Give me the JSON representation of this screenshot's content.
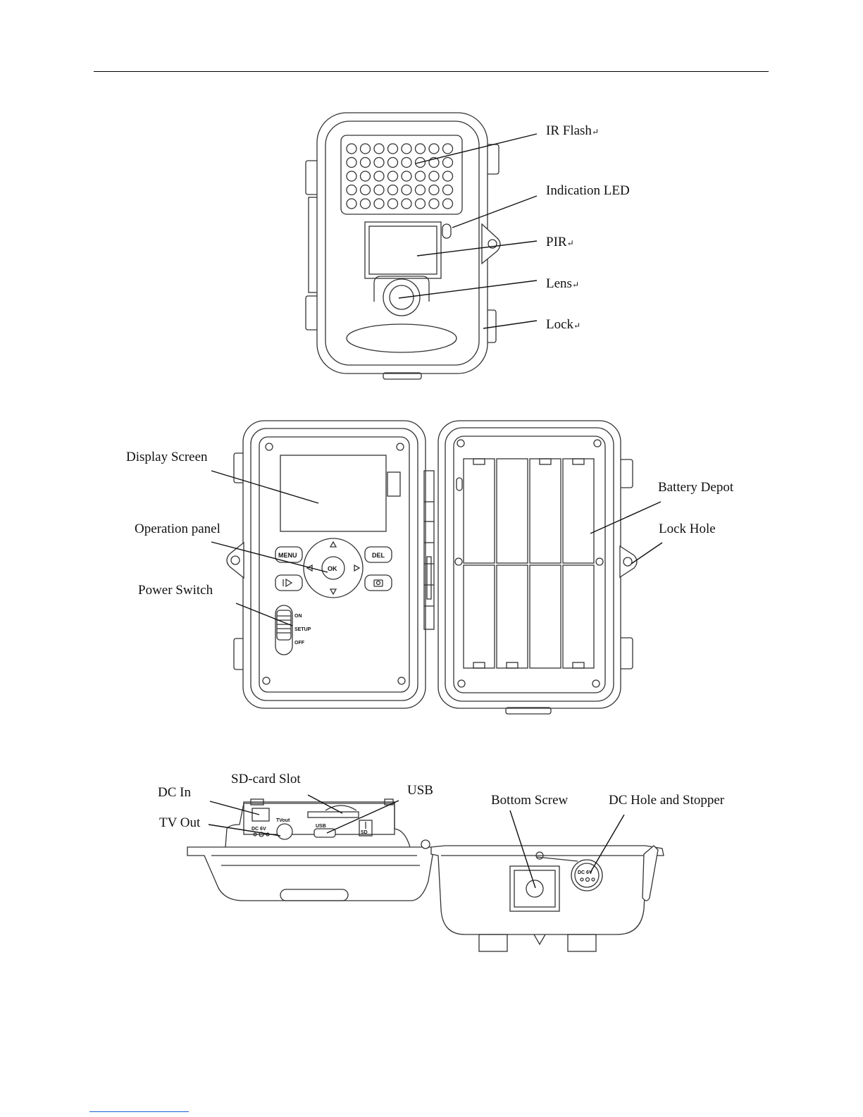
{
  "figure1": {
    "labels": {
      "ir_flash": "IR Flash",
      "indication_led": "Indication LED",
      "pir": "PIR",
      "lens": "Lens",
      "lock": "Lock"
    }
  },
  "figure2": {
    "labels": {
      "display_screen": "Display Screen",
      "operation_panel": "Operation panel",
      "power_switch": "Power Switch",
      "battery_depot": "Battery Depot",
      "lock_hole": "Lock Hole"
    },
    "buttons": {
      "menu": "MENU",
      "ok": "OK",
      "del": "DEL"
    },
    "switch_positions": {
      "on": "ON",
      "setup": "SETUP",
      "off": "OFF"
    }
  },
  "figure3": {
    "labels": {
      "dc_in": "DC In",
      "sd_card_slot": "SD-card Slot",
      "usb": "USB",
      "tv_out": "TV Out",
      "bottom_screw": "Bottom Screw",
      "dc_hole_and_stopper": "DC Hole and Stopper"
    },
    "port_marks": {
      "dc_6v": "DC  6V",
      "tvout": "TVout",
      "usb": "USB",
      "sd": "SD",
      "dc_6v_bottom": "DC 6V"
    }
  },
  "return_mark": "↵"
}
